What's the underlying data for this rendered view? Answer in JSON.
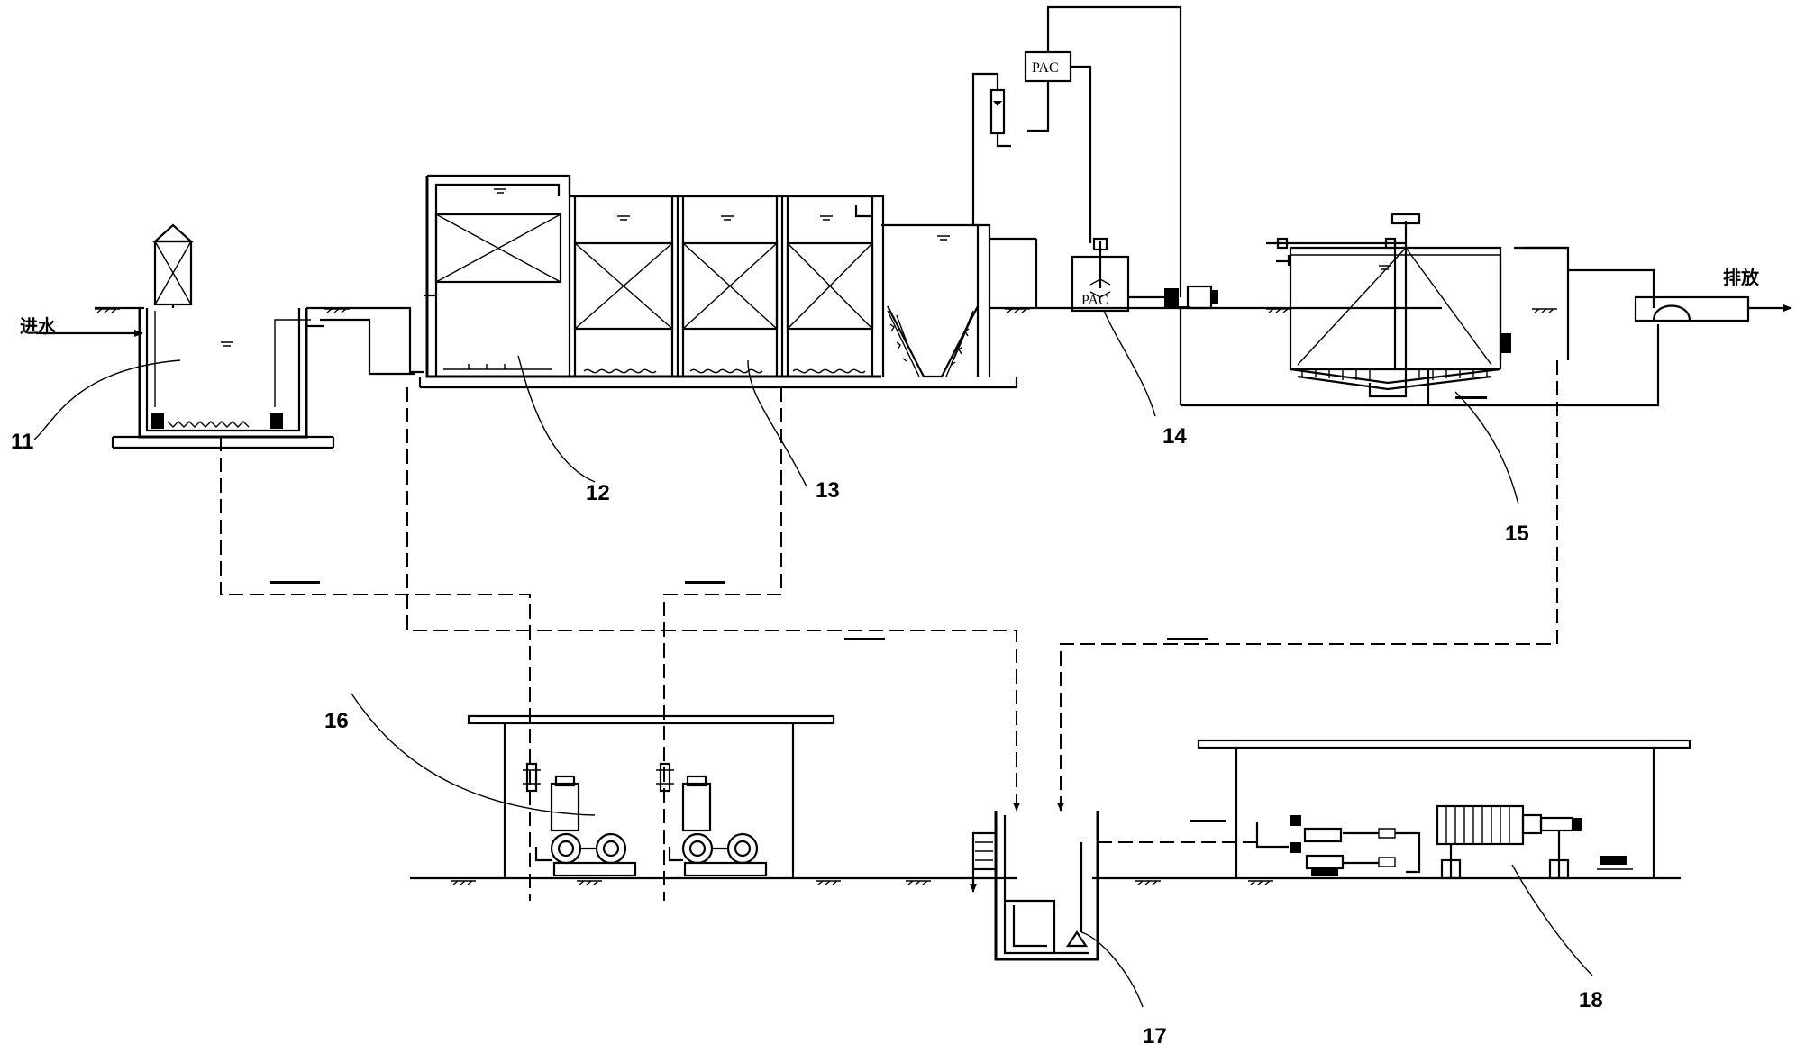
{
  "labels": {
    "inlet": "进水",
    "outlet": "排放",
    "pac_top": "PAC",
    "pac_tank": "PAC",
    "n11": "11",
    "n12": "12",
    "n13": "13",
    "n14": "14",
    "n15": "15",
    "n16": "16",
    "n17": "17",
    "n18": "18"
  }
}
